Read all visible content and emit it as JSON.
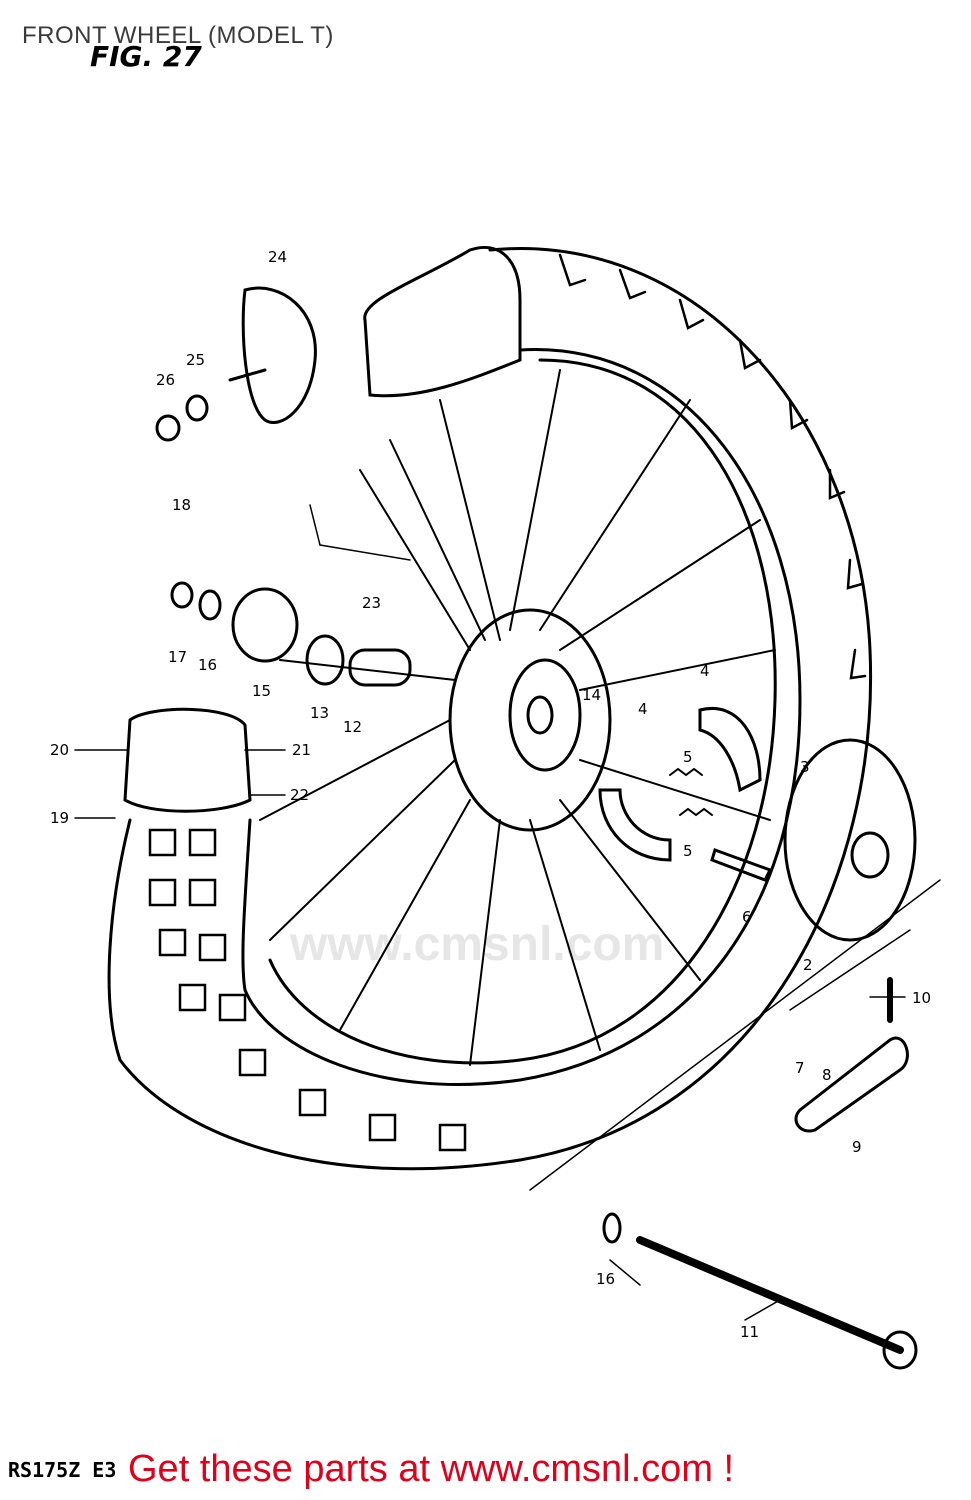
{
  "header": {
    "title": "FRONT WHEEL (MODEL T)",
    "figure": "FIG. 27"
  },
  "footer": {
    "model_code": "RS175Z  E3",
    "promo_text": "Get these parts at www.cmsnl.com !"
  },
  "watermark": {
    "text": "www.cmsnl.com"
  },
  "colors": {
    "line": "#000000",
    "promo": "#e0001b",
    "watermark": "#e6e6e6"
  },
  "callouts": [
    "24",
    "25",
    "26",
    "18",
    "17",
    "16",
    "15",
    "13",
    "12",
    "23",
    "14",
    "4",
    "4",
    "5",
    "5",
    "3",
    "6",
    "2",
    "20",
    "21",
    "22",
    "19",
    "10",
    "7",
    "8",
    "9",
    "16",
    "11"
  ]
}
